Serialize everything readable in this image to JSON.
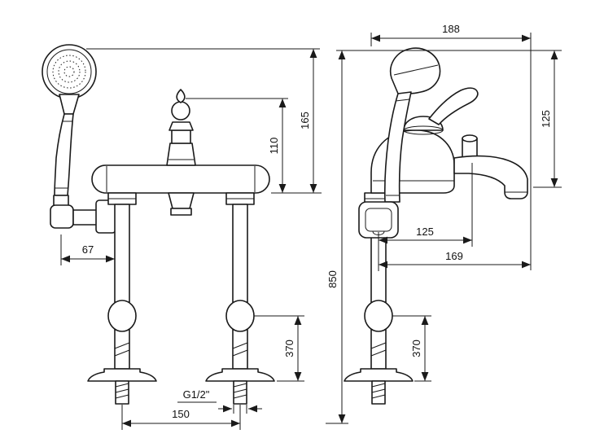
{
  "drawing": {
    "subject": "Floor-standing bathtub mixer with hand shower - dimensioned technical drawing",
    "line_color": "#1a1a1a",
    "background": "#ffffff",
    "front_view": {
      "dim_67": "67",
      "dim_110": "110",
      "dim_165": "165",
      "dim_370": "370",
      "dim_150": "150",
      "thread": "G1/2\""
    },
    "side_view": {
      "dim_188": "188",
      "dim_125_v": "125",
      "dim_125_h": "125",
      "dim_169": "169",
      "dim_850": "850",
      "dim_370": "370"
    }
  }
}
